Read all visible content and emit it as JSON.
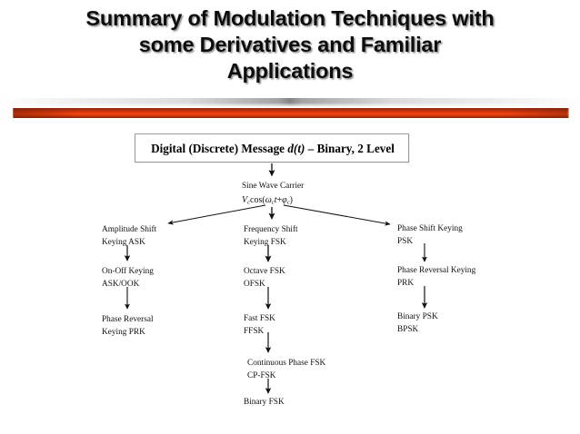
{
  "slide": {
    "title": "Summary of Modulation Techniques with\nsome Derivatives and Familiar\nApplications",
    "accent_color": "#E8380D",
    "accent_dark_color": "#8D2A11",
    "text_color": "#000000"
  },
  "diagram": {
    "type": "tree",
    "root": {
      "label_prefix": "Digital (Discrete) Message ",
      "label_italic": "d(t)",
      "label_suffix": " – Binary, 2 Level",
      "label_full": "Digital (Discrete) Message d(t) – Binary, 2 Level"
    },
    "carrier": {
      "label": "Sine Wave Carrier",
      "formula_plain": "Vc cos(ωc t + φc)",
      "formula_parts": {
        "v": "V",
        "v_sub": "c",
        "cos": "cos(",
        "omega": "ω",
        "omega_sub": "c",
        "t": "t",
        "plus": "+",
        "phi": "φ",
        "phi_sub": "c",
        "close": ")"
      }
    },
    "branches": [
      {
        "key": "ask",
        "nodes": [
          {
            "label": "Amplitude Shift\nKeying ASK"
          },
          {
            "label": "On-Off Keying\nASK/OOK"
          },
          {
            "label": "Phase Reversal\nKeying PRK"
          }
        ]
      },
      {
        "key": "fsk",
        "nodes": [
          {
            "label": "Frequency Shift\nKeying FSK"
          },
          {
            "label": "Octave FSK\nOFSK"
          },
          {
            "label": "Fast FSK\nFFSK"
          },
          {
            "label": "Continuous Phase FSK\nCP-FSK"
          },
          {
            "label": "Binary FSK"
          }
        ]
      },
      {
        "key": "psk",
        "nodes": [
          {
            "label": "Phase Shift Keying\nPSK"
          },
          {
            "label": "Phase Reversal Keying\nPRK"
          },
          {
            "label": "Binary PSK\nBPSK"
          }
        ]
      }
    ]
  }
}
